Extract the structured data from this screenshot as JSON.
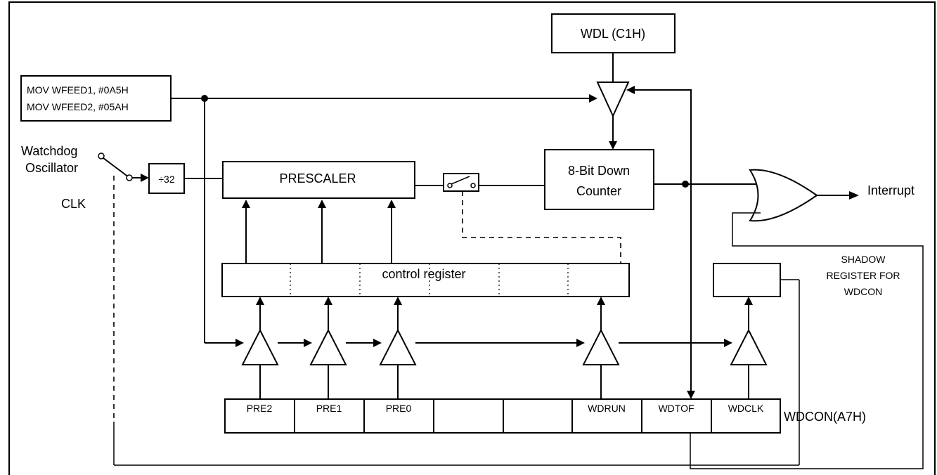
{
  "labels": {
    "wdl": "WDL (C1H)",
    "mov_line1": "MOV WFEED1, #0A5H",
    "mov_line2": "MOV WFEED2, #05AH",
    "watchdog_line1": "Watchdog",
    "watchdog_line2": "Oscillator",
    "clk": "CLK",
    "divider": "÷32",
    "prescaler": "PRESCALER",
    "counter_line1": "8-Bit Down",
    "counter_line2": "Counter",
    "interrupt": "Interrupt",
    "control_register": "control register",
    "shadow_line1": "SHADOW",
    "shadow_line2": "REGISTER FOR",
    "shadow_line3": "WDCON",
    "wdcon_name": "WDCON(A7H)"
  },
  "wdcon_bits": [
    "PRE2",
    "PRE1",
    "PRE0",
    "",
    "",
    "WDRUN",
    "WDTOF",
    "WDCLK"
  ]
}
